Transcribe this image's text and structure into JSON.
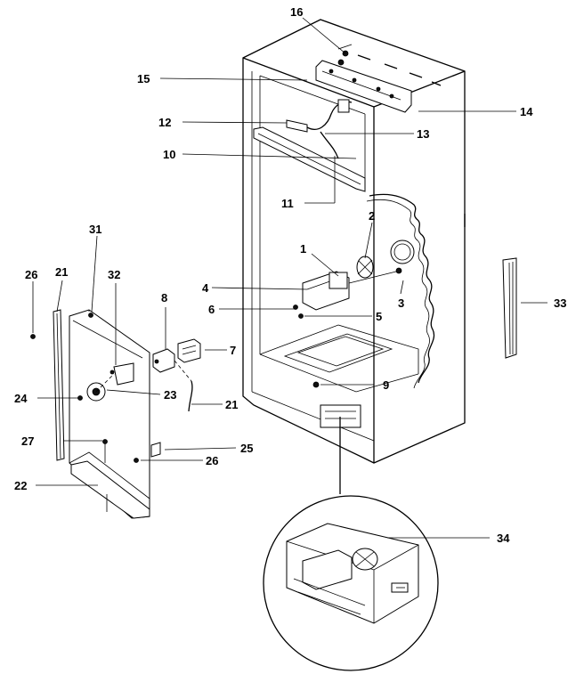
{
  "diagram": {
    "callouts": [
      "16",
      "15",
      "14",
      "12",
      "13",
      "10",
      "11",
      "2",
      "1",
      "4",
      "3",
      "6",
      "5",
      "9",
      "33",
      "31",
      "26",
      "21",
      "32",
      "8",
      "7",
      "23",
      "24",
      "21",
      "25",
      "27",
      "26",
      "22",
      "34"
    ]
  }
}
